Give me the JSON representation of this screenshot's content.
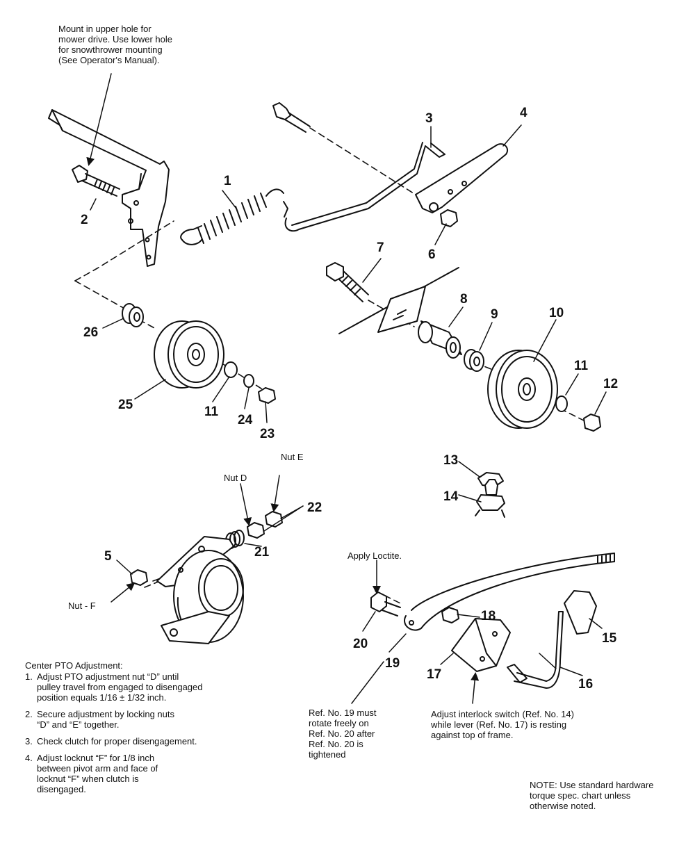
{
  "notes": {
    "mount": "Mount in upper hole for\nmower drive. Use lower hole\nfor snowthrower mounting\n(See Operator's Manual).",
    "apply_loctite": "Apply Loctite.",
    "ref19": "Ref. No. 19 must\nrotate freely on\nRef. No. 20 after\nRef. No. 20 is\ntightened",
    "interlock": "Adjust interlock switch (Ref. No. 14)\nwhile lever (Ref. No. 17) is resting\nagainst top of frame.",
    "hardware": "NOTE: Use standard hardware\ntorque spec. chart unless\notherwise noted."
  },
  "nut_labels": {
    "nut_d": "Nut D",
    "nut_e": "Nut E",
    "nut_f": "Nut - F"
  },
  "callouts": [
    "1",
    "2",
    "3",
    "4",
    "6",
    "7",
    "8",
    "9",
    "10",
    "11",
    "12",
    "26",
    "25",
    "11",
    "24",
    "23",
    "13",
    "14",
    "22",
    "21",
    "5",
    "18",
    "15",
    "20",
    "19",
    "17",
    "16"
  ],
  "adjustment": {
    "header": "Center PTO Adjustment:",
    "steps": [
      {
        "num": "1.",
        "text": "Adjust PTO adjustment nut “D” until\npulley travel from engaged to disengaged\nposition equals 1/16 ± 1/32 inch."
      },
      {
        "num": "2.",
        "text": "Secure adjustment by locking nuts\n“D” and “E” together."
      },
      {
        "num": "3.",
        "text": "Check clutch for proper disengagement."
      },
      {
        "num": "4.",
        "text": "Adjust locknut “F” for 1/8 inch\nbetween pivot arm and face of\nlocknut “F” when clutch is\ndisengaged."
      }
    ]
  }
}
